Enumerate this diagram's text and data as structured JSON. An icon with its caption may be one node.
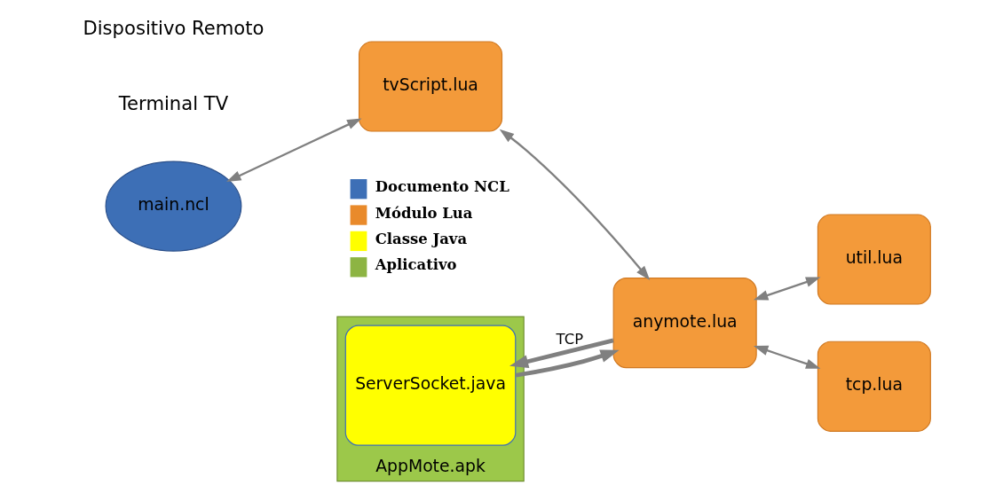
{
  "diagram": {
    "nodes": [
      {
        "text": [
          "main.ncl"
        ]
      },
      {
        "text": [
          "tvScript.lua"
        ]
      },
      {
        "text": [
          "anymote.lua"
        ]
      },
      {
        "text": [
          "util.lua"
        ]
      },
      {
        "text": [
          "tcp.lua"
        ]
      },
      {
        "text": [
          "AppMote.apk"
        ]
      },
      {
        "text": [
          "ServerSocket.java"
        ],
        "in": 5
      }
    ],
    "edges": [
      {
        "from": 0,
        "to": 1,
        "arrow": "both"
      },
      {
        "from": 1,
        "to": 2,
        "arrow": "both"
      },
      {
        "from": 2,
        "to": 3,
        "arrow": "both"
      },
      {
        "from": 2,
        "to": 4,
        "arrow": "both"
      },
      {
        "from": 2,
        "to": 6,
        "arrow": "to",
        "style": "thick",
        "label": "TCP"
      },
      {
        "from": 6,
        "to": 2,
        "arrow": "to",
        "style": "thick"
      }
    ],
    "labels": [
      "Terminal TV",
      "Dispositivo Remoto"
    ],
    "legend": [
      {
        "text": "Documento NCL",
        "color": "#3d6fb6"
      },
      {
        "text": "Módulo Lua",
        "color": "#e98a2b"
      },
      {
        "text": "Classe Java",
        "color": "#ffff00"
      },
      {
        "text": "Aplicativo",
        "color": "#8db443"
      }
    ]
  }
}
